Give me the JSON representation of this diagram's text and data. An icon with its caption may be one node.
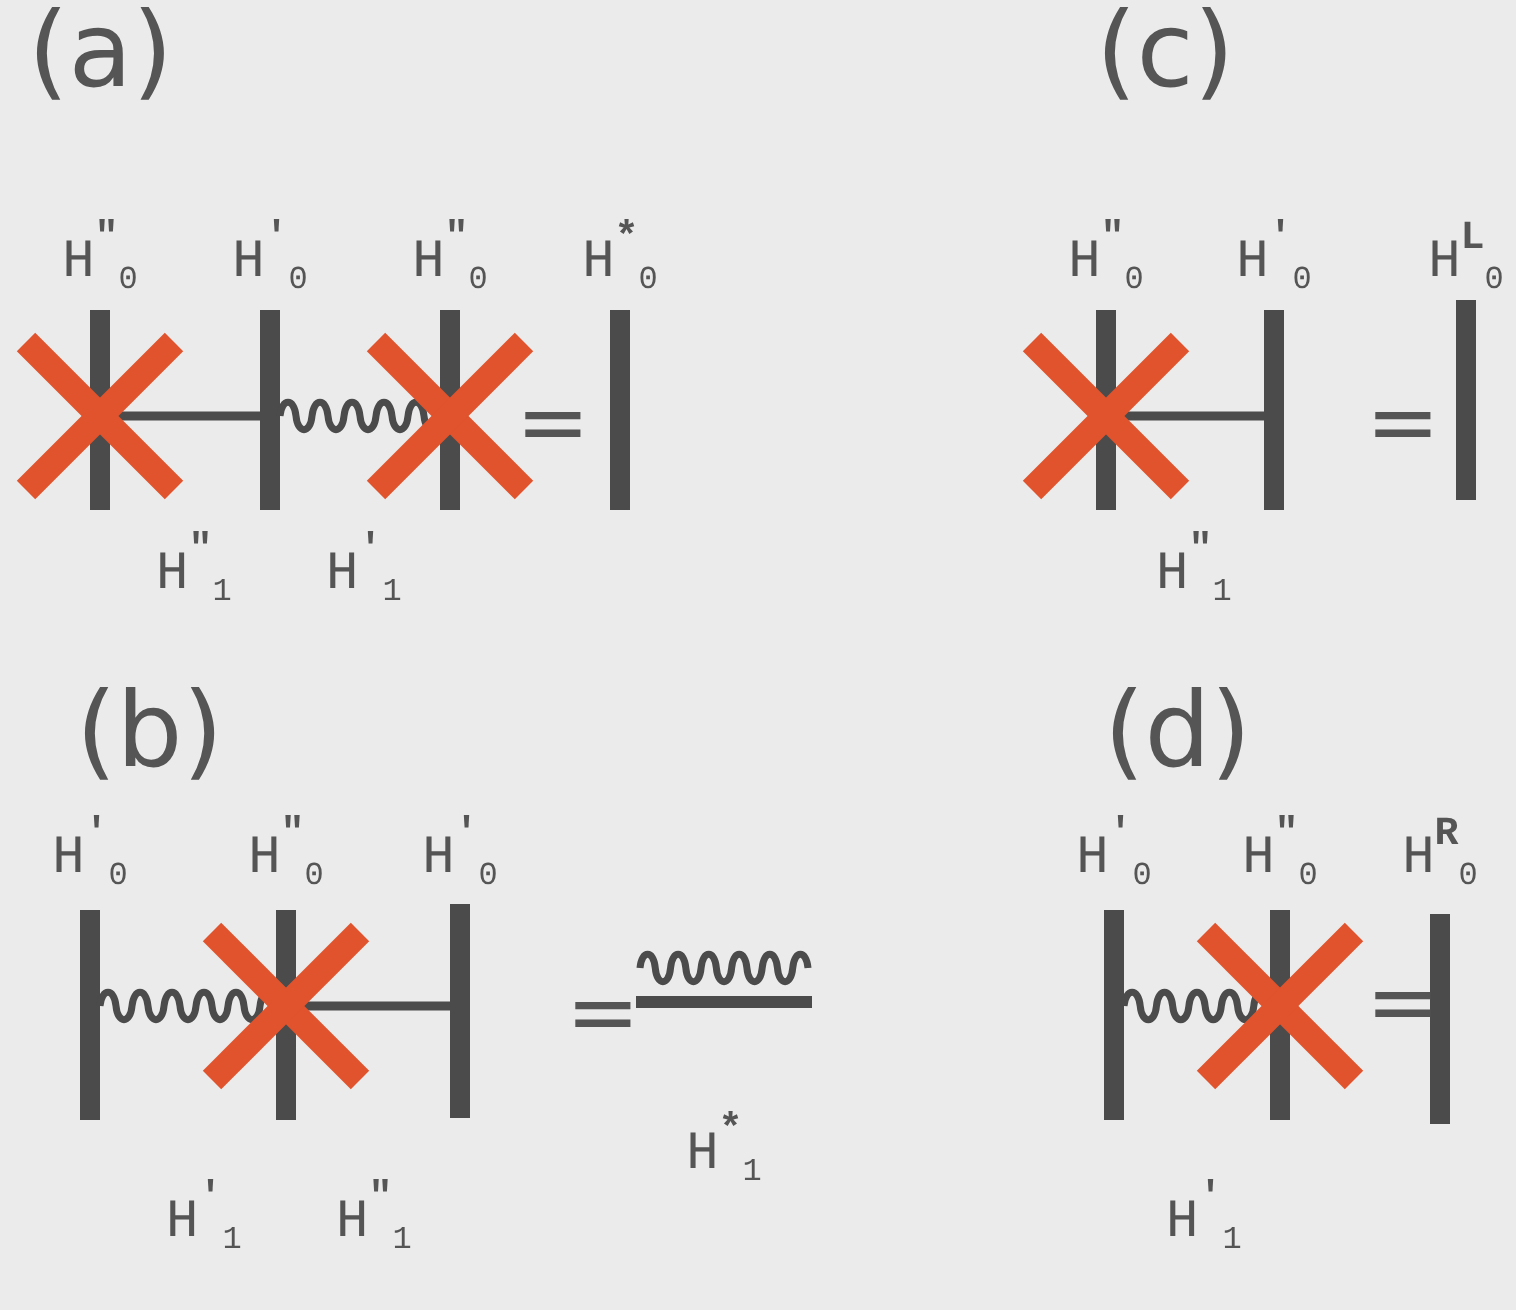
{
  "diagram": {
    "nodes": [
      {
        "text": [
          "H$^{″}$$_{0}$"
        ]
      },
      {
        "text": [
          "H$^{′}$$_{0}$"
        ]
      },
      {
        "text": [
          "H$^{″}$$_{0}$"
        ]
      },
      {
        "text": [
          "H$^{*}$$_{0}$"
        ]
      },
      {
        "text": [
          "H$^{″}$$_{0}$"
        ]
      },
      {
        "text": [
          "H$^{′}$$_{0}$"
        ]
      },
      {
        "text": [
          "H$^{L}$$_{0}$"
        ]
      },
      {
        "text": [
          "H$^{′}$$_{0}$"
        ]
      },
      {
        "text": [
          "H$^{″}$$_{0}$"
        ]
      },
      {
        "text": [
          "H$^{′}$$_{0}$"
        ]
      },
      {
        "text": [
          "H$^{*}$$_{1}$"
        ]
      },
      {
        "text": [
          "H$^{′}$$_{0}$"
        ]
      },
      {
        "text": [
          "H$^{″}$$_{0}$"
        ]
      },
      {
        "text": [
          "H$^{R}$$_{0}$"
        ]
      }
    ],
    "edges": [
      {
        "from": 0,
        "to": 1,
        "arrow": "none",
        "label": "H$^{″}$$_{1}$"
      },
      {
        "from": 1,
        "to": 2,
        "arrow": "none",
        "label": "H$^{′}$$_{1}$"
      },
      {
        "from": 4,
        "to": 5,
        "arrow": "none",
        "label": "H$^{″}$$_{1}$"
      },
      {
        "from": 7,
        "to": 8,
        "arrow": "none",
        "label": "H$^{′}$$_{1}$"
      },
      {
        "from": 8,
        "to": 9,
        "arrow": "none",
        "label": "H$^{″}$$_{1}$"
      },
      {
        "from": 11,
        "to": 12,
        "arrow": "none",
        "label": "H$^{′}$$_{1}$"
      }
    ],
    "labels": [
      "(a)",
      "(c)",
      "=",
      "=",
      "(b)",
      "(d)",
      "=",
      "="
    ]
  }
}
